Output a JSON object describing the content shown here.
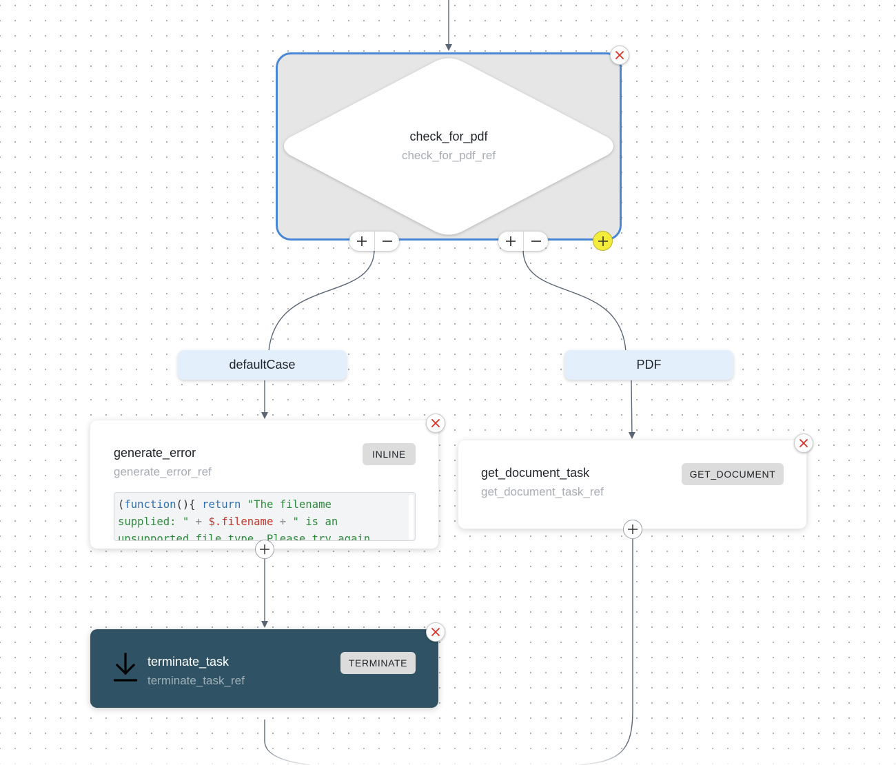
{
  "switch_node": {
    "name": "check_for_pdf",
    "ref": "check_for_pdf_ref"
  },
  "cases": [
    {
      "label": "defaultCase"
    },
    {
      "label": "PDF"
    }
  ],
  "tasks": {
    "generate_error": {
      "name": "generate_error",
      "ref": "generate_error_ref",
      "type": "INLINE",
      "code": {
        "line1": {
          "t1": "(",
          "t2": "function",
          "t3": "(){ ",
          "t4": "return",
          "t5": " ",
          "t6": "\"The filename"
        },
        "line2": {
          "t1": "supplied: \"",
          "t2": " + ",
          "t3": "$.filename",
          "t4": " + ",
          "t5": "\" is an"
        },
        "line3": {
          "t1": "unsupported file type. Please try again"
        }
      }
    },
    "get_document_task": {
      "name": "get_document_task",
      "ref": "get_document_task_ref",
      "type": "GET_DOCUMENT"
    },
    "terminate_task": {
      "name": "terminate_task",
      "ref": "terminate_task_ref",
      "type": "TERMINATE",
      "icon": "download-icon"
    }
  },
  "colors": {
    "selection_border": "#4a86d6",
    "case_label_bg": "#e3f0fc",
    "terminate_bg": "#2f5364",
    "add_task_accent": "#f4ec3b",
    "delete_icon": "#d93025"
  }
}
